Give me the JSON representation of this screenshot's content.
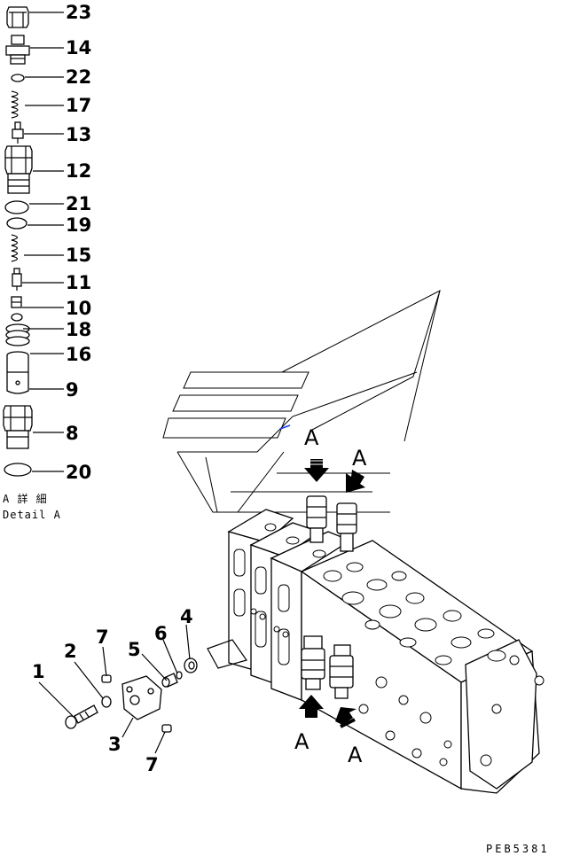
{
  "detail_parts": [
    "23",
    "14",
    "22",
    "17",
    "13",
    "12",
    "21",
    "19",
    "15",
    "11",
    "10",
    "18",
    "16",
    "9",
    "8",
    "20"
  ],
  "assembly_parts": [
    "1",
    "2",
    "7",
    "3",
    "7",
    "5",
    "6",
    "4"
  ],
  "arrow_label": "A",
  "caption": {
    "line1": "A 詳 細",
    "line2": "Detail A"
  },
  "drawing_code": "PEB5381"
}
